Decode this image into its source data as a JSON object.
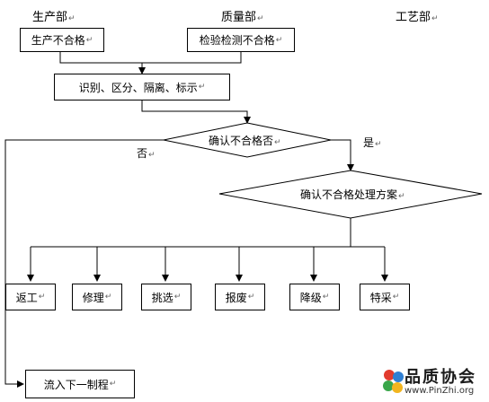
{
  "lanes": {
    "production": "生产部",
    "quality": "质量部",
    "process": "工艺部"
  },
  "nodes": {
    "prod_nonconforming": "生产不合格",
    "inspection_nonconforming": "检验检测不合格",
    "identify": "识别、区分、隔离、标示",
    "confirm_nonconforming": "确认不合格否",
    "confirm_plan": "确认不合格处理方案",
    "rework": "返工",
    "repair": "修理",
    "sorting": "挑选",
    "scrap": "报废",
    "downgrade": "降级",
    "special_release": "特采",
    "next_process": "流入下一制程"
  },
  "edge_labels": {
    "no": "否",
    "yes": "是"
  },
  "paragraph_mark": "↵",
  "logo": {
    "name": "品质协会",
    "url": "www.PinZhi.org",
    "colors": [
      "#e23b2e",
      "#2f7fd3",
      "#3aa64a",
      "#f2b51f"
    ]
  }
}
